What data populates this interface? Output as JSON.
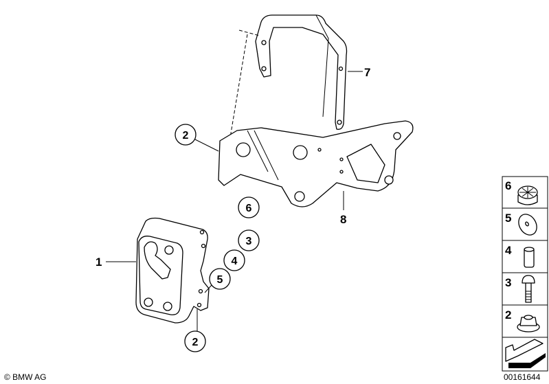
{
  "callouts": [
    {
      "id": "1",
      "label": "1"
    },
    {
      "id": "2a",
      "label": "2"
    },
    {
      "id": "2b",
      "label": "2"
    },
    {
      "id": "3",
      "label": "3"
    },
    {
      "id": "4",
      "label": "4"
    },
    {
      "id": "5",
      "label": "5"
    },
    {
      "id": "6",
      "label": "6"
    },
    {
      "id": "7",
      "label": "7"
    },
    {
      "id": "8",
      "label": "8"
    }
  ],
  "legend": [
    {
      "label": "6",
      "icon": "castle-nut-icon"
    },
    {
      "label": "5",
      "icon": "washer-icon"
    },
    {
      "label": "4",
      "icon": "sleeve-icon"
    },
    {
      "label": "3",
      "icon": "bolt-icon"
    },
    {
      "label": "2",
      "icon": "flange-nut-icon"
    },
    {
      "label": "",
      "icon": "direction-arrow-icon"
    }
  ],
  "diagram_number": "00161644",
  "copyright": "© BMW AG"
}
